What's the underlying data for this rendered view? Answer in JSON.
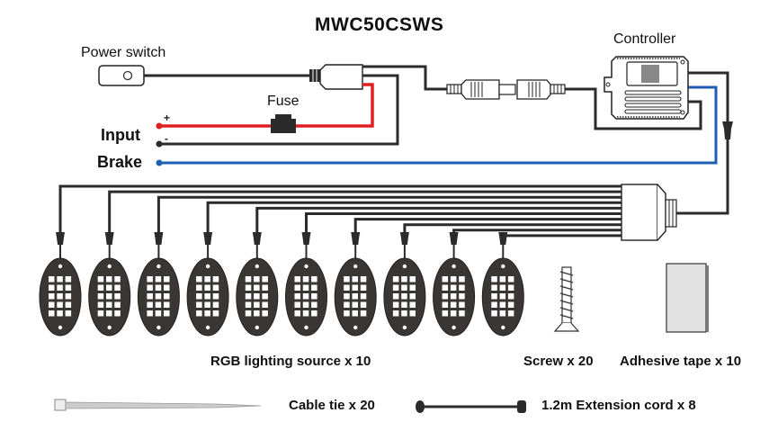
{
  "title": "MWC50CSWS",
  "labels": {
    "power_switch": "Power switch",
    "fuse": "Fuse",
    "input": "Input",
    "brake": "Brake",
    "plus": "+",
    "minus": "-",
    "controller": "Controller",
    "rgb_source": "RGB lighting source x 10",
    "screw": "Screw x 20",
    "adhesive_tape": "Adhesive tape x 10",
    "cable_tie": "Cable tie x 20",
    "extension_cord": "1.2m Extension cord x 8"
  },
  "components": {
    "light_pods": 10,
    "screws": 20,
    "adhesive_tapes": 10,
    "cable_ties": 20,
    "extension_cords": 8
  },
  "colors": {
    "wire_dark": "#2b2b2b",
    "wire_positive": "#e02020",
    "wire_brake": "#1f5fb3",
    "pod_fill": "#3a3633",
    "tape_fill": "#e2e2e2"
  }
}
